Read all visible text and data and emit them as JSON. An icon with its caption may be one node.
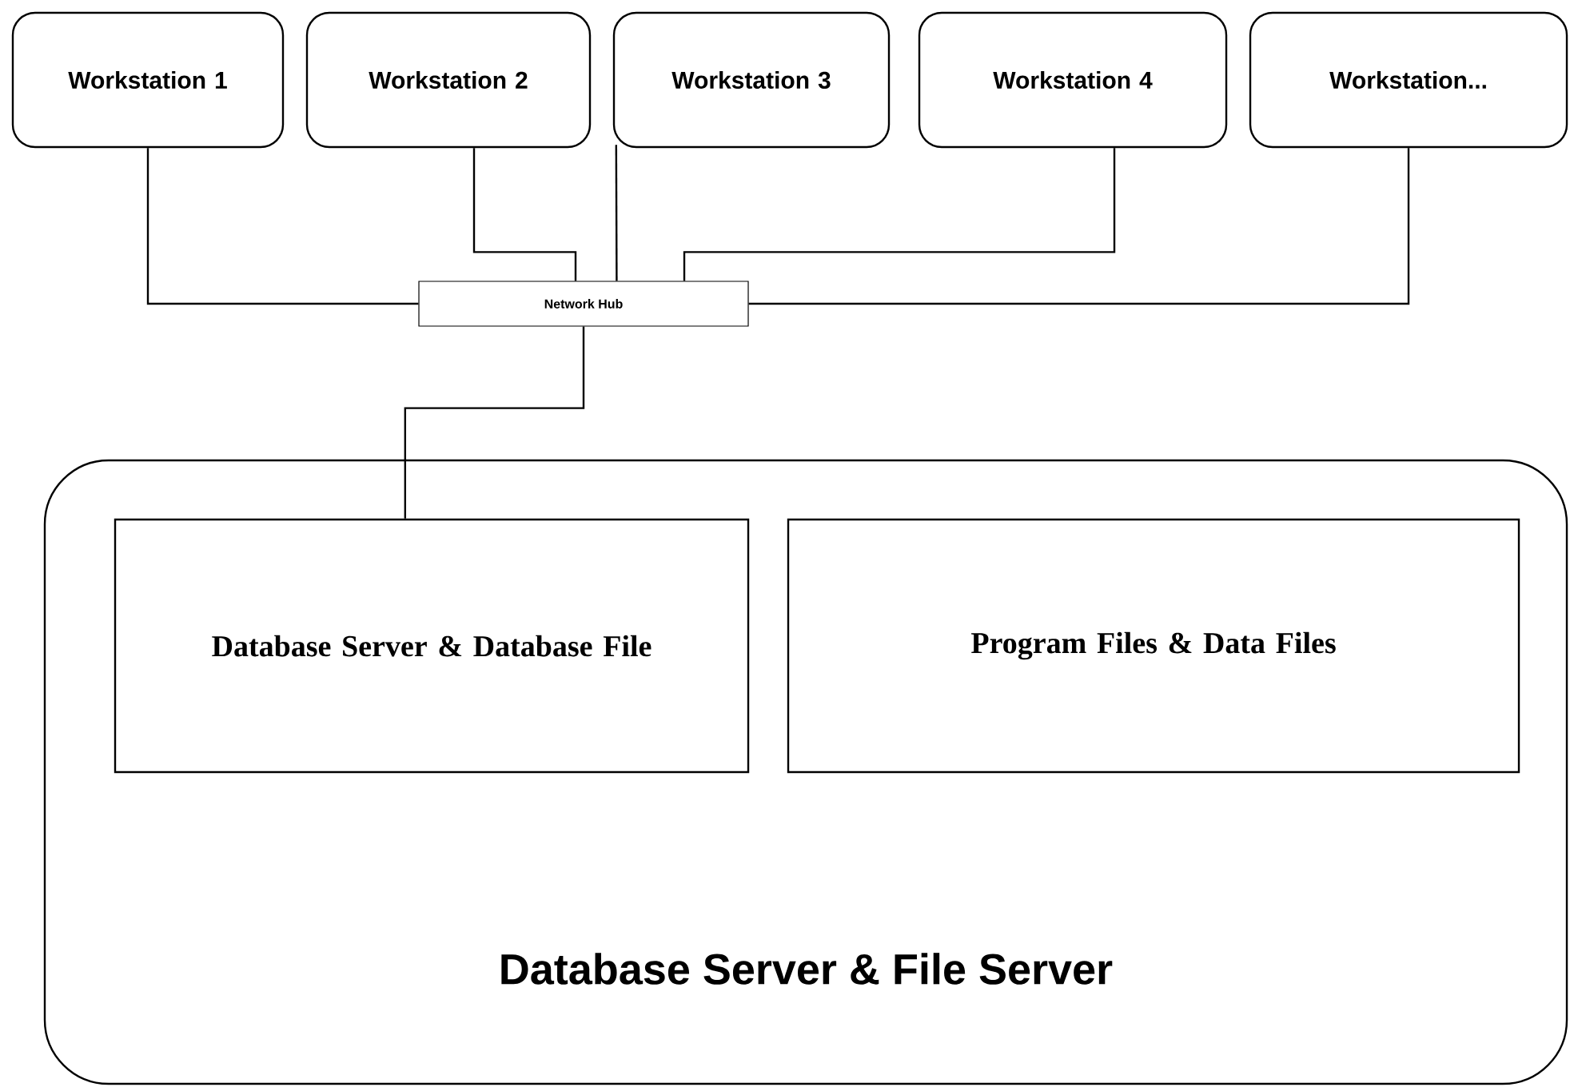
{
  "diagram": {
    "nodes": [
      {
        "text": [
          "Workstation 1"
        ]
      },
      {
        "text": [
          "Workstation 2"
        ]
      },
      {
        "text": [
          "Workstation 3"
        ]
      },
      {
        "text": [
          "Workstation 4"
        ]
      },
      {
        "text": [
          "Workstation..."
        ]
      },
      {
        "text": [
          "Network Hub"
        ]
      },
      {
        "text": [
          "Database Server & File Server"
        ]
      },
      {
        "text": [
          "Database Server & Database File"
        ],
        "in": 6
      },
      {
        "text": [
          "Program Files & Data Files"
        ],
        "in": 6
      }
    ],
    "edges": [
      {
        "from": 0,
        "to": 5,
        "arrow": "none"
      },
      {
        "from": 1,
        "to": 5,
        "arrow": "none"
      },
      {
        "from": 2,
        "to": 5,
        "arrow": "none"
      },
      {
        "from": 3,
        "to": 5,
        "arrow": "none"
      },
      {
        "from": 4,
        "to": 5,
        "arrow": "none"
      },
      {
        "from": 5,
        "to": 7,
        "arrow": "none"
      }
    ]
  }
}
